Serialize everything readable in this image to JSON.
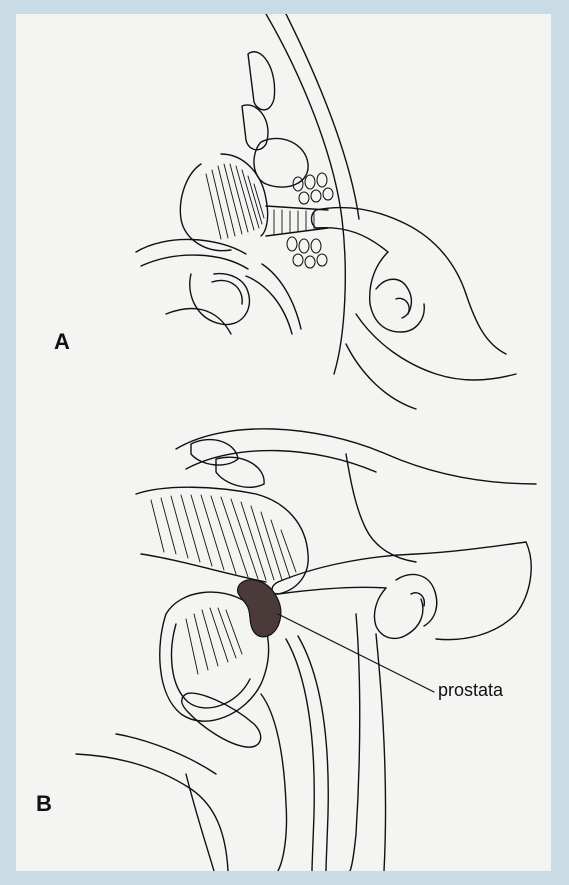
{
  "figure": {
    "panel_a_label": "A",
    "panel_b_label": "B",
    "callout_prostate": "prostata"
  },
  "colors": {
    "frame": "#c9dce5",
    "panel": "#f4f4f2",
    "ink": "#111111",
    "prostate_fill": "#4a3a3a"
  }
}
